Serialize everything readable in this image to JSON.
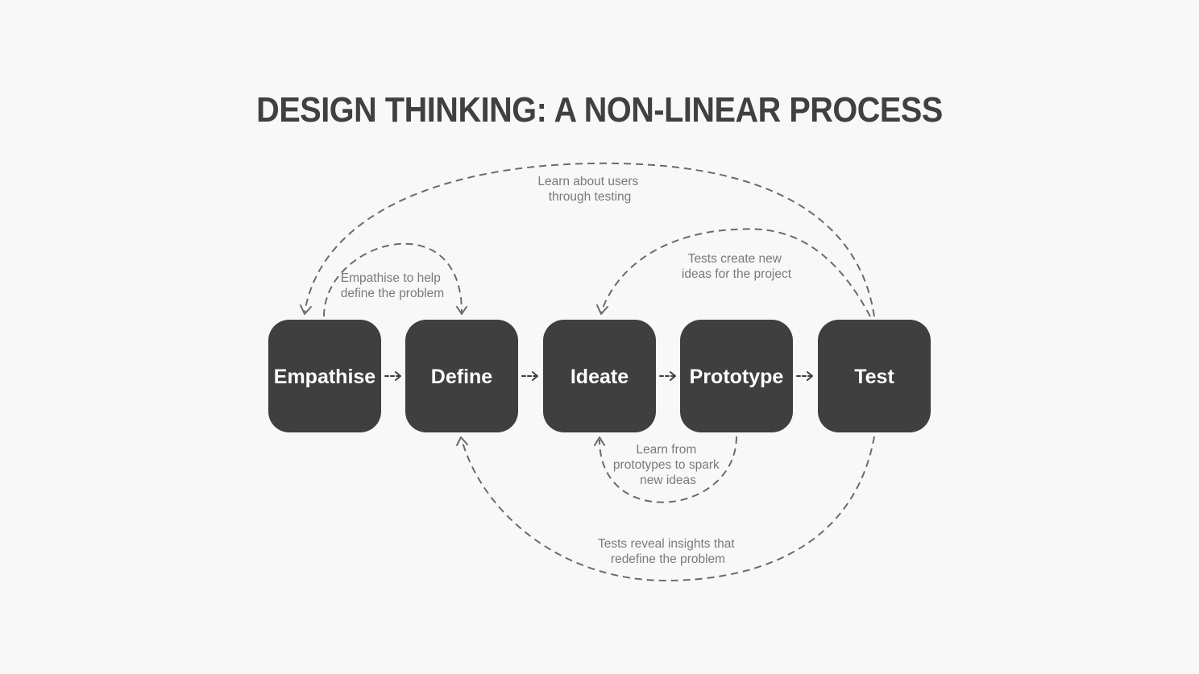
{
  "title": "DESIGN THINKING: A NON-LINEAR PROCESS",
  "stages": [
    {
      "id": "empathise",
      "label": "Empathise"
    },
    {
      "id": "define",
      "label": "Define"
    },
    {
      "id": "ideate",
      "label": "Ideate"
    },
    {
      "id": "prototype",
      "label": "Prototype"
    },
    {
      "id": "test",
      "label": "Test"
    }
  ],
  "loops": [
    {
      "id": "empathise-define",
      "from": "empathise",
      "to": "define",
      "label": [
        "Empathise to help",
        "define the problem"
      ]
    },
    {
      "id": "test-empathise",
      "from": "test",
      "to": "empathise",
      "label": [
        "Learn about users",
        "through testing"
      ]
    },
    {
      "id": "test-ideate",
      "from": "test",
      "to": "ideate",
      "label": [
        "Tests create new",
        "ideas for the project"
      ]
    },
    {
      "id": "prototype-ideate",
      "from": "prototype",
      "to": "ideate",
      "label": [
        "Learn from",
        "prototypes to spark",
        "new ideas"
      ]
    },
    {
      "id": "test-define",
      "from": "test",
      "to": "define",
      "label": [
        "Tests reveal insights that",
        "redefine the problem"
      ]
    }
  ]
}
